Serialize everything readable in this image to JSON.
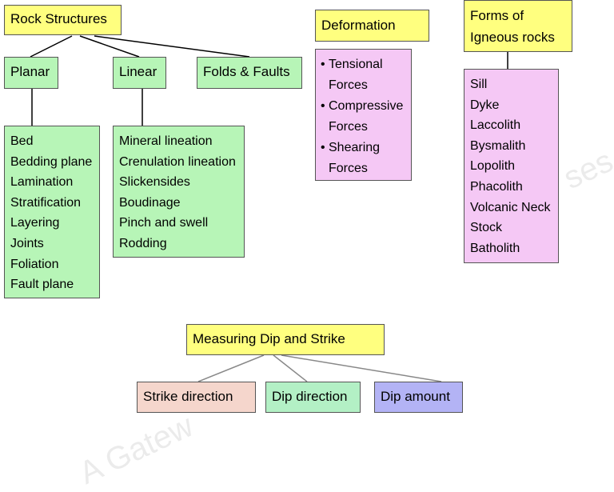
{
  "rock_structures": {
    "title": "Rock Structures",
    "planar": {
      "label": "Planar",
      "items": [
        "Bed",
        "Bedding plane",
        "Lamination",
        "Stratification",
        "Layering",
        "Joints",
        "Foliation",
        "Fault plane"
      ]
    },
    "linear": {
      "label": "Linear",
      "items": [
        "Mineral lineation",
        "Crenulation lineation",
        "Slickensides",
        "Boudinage",
        "Pinch and swell",
        "Rodding"
      ]
    },
    "folds_faults": {
      "label": "Folds & Faults"
    }
  },
  "deformation": {
    "title": "Deformation",
    "forces": [
      {
        "line1": "Tensional",
        "line2": "Forces"
      },
      {
        "line1": "Compressive",
        "line2": "Forces"
      },
      {
        "line1": "Shearing",
        "line2": "Forces"
      }
    ]
  },
  "igneous": {
    "title_line1": "Forms of",
    "title_line2": "Igneous rocks",
    "items": [
      "Sill",
      "Dyke",
      "Laccolith",
      "Bysmalith",
      "Lopolith",
      "Phacolith",
      "Volcanic Neck",
      "Stock",
      "Batholith"
    ]
  },
  "dip_strike": {
    "title": "Measuring Dip and Strike",
    "strike": "Strike direction",
    "dip_direction": "Dip direction",
    "dip_amount": "Dip amount"
  },
  "watermark": {
    "left": "A Gatew",
    "right": "ses"
  },
  "colors": {
    "title_box": "#ffff7f",
    "structure_box": "#b7f5b7",
    "igneous_box": "#f5c8f5",
    "strike_box": "#f5d6cc",
    "dip_direction_box": "#b3f0c5",
    "dip_amount_box": "#b3b3f5"
  }
}
